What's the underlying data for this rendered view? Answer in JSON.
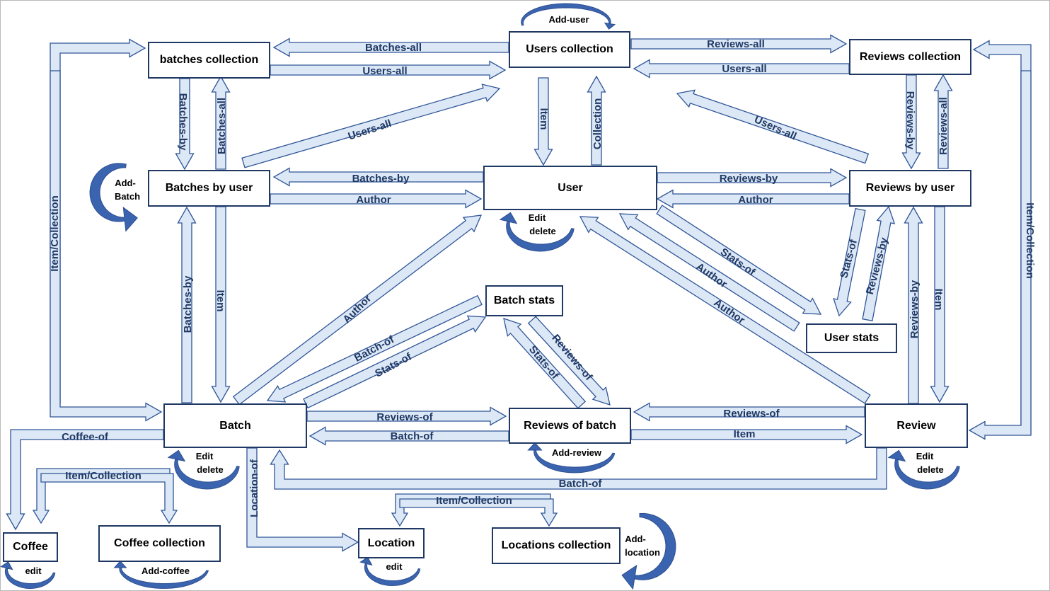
{
  "nodes": {
    "batches_collection": "batches collection",
    "users_collection": "Users collection",
    "reviews_collection": "Reviews collection",
    "batches_by_user": "Batches by user",
    "user": "User",
    "reviews_by_user": "Reviews by user",
    "batch_stats": "Batch stats",
    "user_stats": "User stats",
    "batch": "Batch",
    "reviews_of_batch": "Reviews of batch",
    "review": "Review",
    "coffee": "Coffee",
    "coffee_collection": "Coffee collection",
    "location": "Location",
    "locations_collection": "Locations collection"
  },
  "edges": {
    "batches_all": "Batches-all",
    "users_all_1": "Users-all",
    "reviews_all_1": "Reviews-all",
    "users_all_2": "Users-all",
    "batches_by_1": "Batches-by",
    "batches_all_2": "Batches-all",
    "reviews_by_1": "Reviews-by",
    "reviews_all_2": "Reviews-all",
    "item_1": "Item",
    "collection_1": "Collection",
    "users_all_3": "Users-all",
    "users_all_4": "Users-all",
    "batches_by_2": "Batches-by",
    "author_1": "Author",
    "reviews_by_2": "Reviews-by",
    "author_2": "Author",
    "item_collection_left": "Item/Collection",
    "item_collection_right": "Item/Collection",
    "batches_by_3": "Batches-by",
    "item_2": "Item",
    "author_3": "Author",
    "batch_of_1": "Batch-of",
    "stats_of_1": "Stats-of",
    "stats_of_2": "Stats-of",
    "reviews_of_1": "Reviews-of",
    "stats_of_3": "Stats-of",
    "author_4": "Author",
    "author_5": "Author",
    "stats_of_4": "Stats-of",
    "reviews_by_3": "Reviews-by",
    "reviews_by_4": "Reviews-by",
    "item_3": "Item",
    "reviews_of_2": "Reviews-of",
    "batch_of_2": "Batch-of",
    "reviews_of_3": "Reviews-of",
    "item_4": "Item",
    "batch_of_3": "Batch-of",
    "coffee_of": "Coffee-of",
    "item_collection_coffee": "Item/Collection",
    "location_of": "Location-of",
    "item_collection_location": "Item/Collection"
  },
  "self_loops": {
    "add_user": "Add-user",
    "add_batch_1": "Add-",
    "add_batch_2": "Batch",
    "user_edit": "Edit",
    "user_delete": "delete",
    "batch_edit": "Edit",
    "batch_delete": "delete",
    "add_review": "Add-review",
    "review_edit": "Edit",
    "review_delete": "delete",
    "coffee_edit": "edit",
    "add_coffee": "Add-coffee",
    "location_edit": "edit",
    "add_location_1": "Add-",
    "add_location_2": "location"
  },
  "colors": {
    "arrow_fill": "#dce8f6",
    "arrow_stroke": "#2f5597",
    "label_text": "#1f3864",
    "loop_fill": "#3b64b0",
    "node_border": "#1f3864"
  }
}
